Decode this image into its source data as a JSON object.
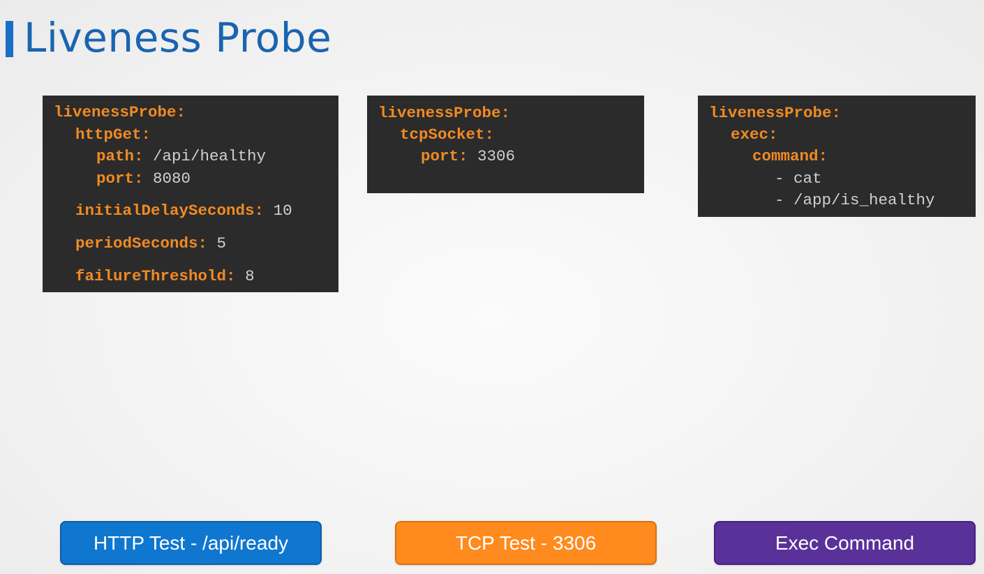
{
  "page": {
    "title": "Liveness Probe",
    "accent_color": "#1a64b0"
  },
  "code_blocks": {
    "http": {
      "lines": [
        {
          "key": "livenessProbe:",
          "value": ""
        },
        {
          "key": "httpGet:",
          "value": ""
        },
        {
          "key": "path:",
          "value": "/api/healthy"
        },
        {
          "key": "port:",
          "value": "8080"
        },
        {
          "key": "initialDelaySeconds:",
          "value": "10"
        },
        {
          "key": "periodSeconds:",
          "value": "5"
        },
        {
          "key": "failureThreshold:",
          "value": "8"
        }
      ]
    },
    "tcp": {
      "lines": [
        {
          "key": "livenessProbe:",
          "value": ""
        },
        {
          "key": "tcpSocket:",
          "value": ""
        },
        {
          "key": "port:",
          "value": "3306"
        }
      ]
    },
    "exec": {
      "lines": [
        {
          "key": "livenessProbe:",
          "value": ""
        },
        {
          "key": "exec:",
          "value": ""
        },
        {
          "key": "command:",
          "value": ""
        },
        {
          "key": "",
          "value": "- cat"
        },
        {
          "key": "",
          "value": "- /app/is_healthy"
        }
      ]
    }
  },
  "buttons": {
    "http": {
      "label": "HTTP Test - /api/ready",
      "color": "#0f77cf"
    },
    "tcp": {
      "label": "TCP Test - 3306",
      "color": "#ff8a1e"
    },
    "exec": {
      "label": "Exec Command",
      "color": "#5a3199"
    }
  }
}
